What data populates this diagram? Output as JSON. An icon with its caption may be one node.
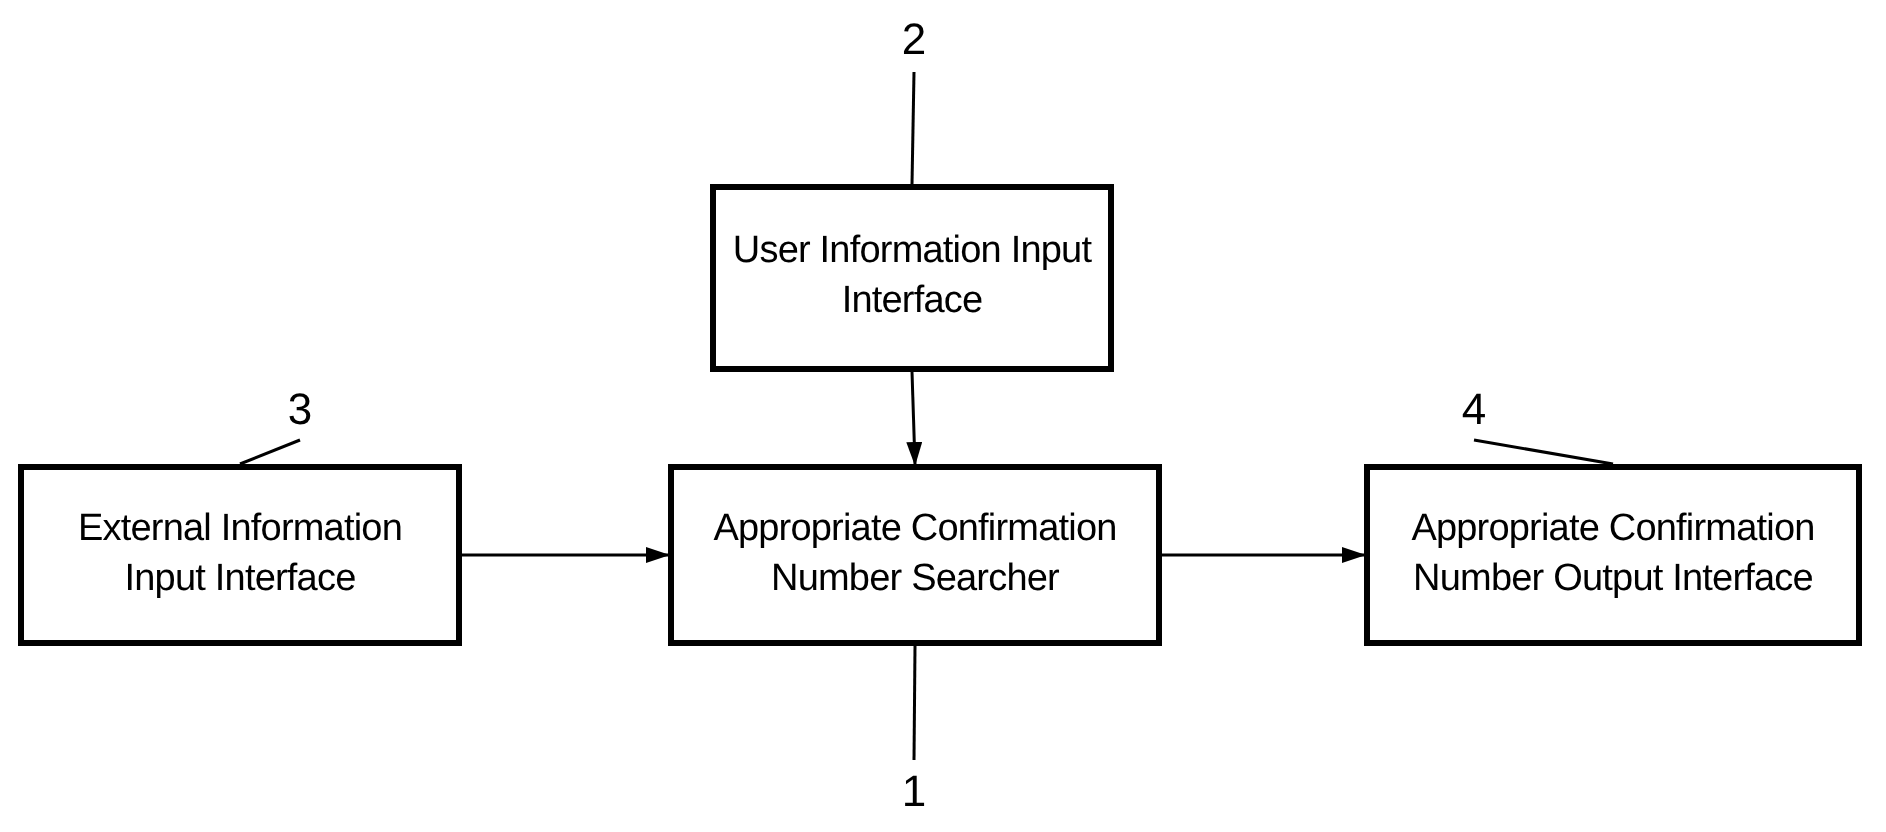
{
  "diagram": {
    "nodes": [
      {
        "text": [
          "2"
        ]
      },
      {
        "text": [
          "User Information Input Interface"
        ]
      },
      {
        "text": [
          "3"
        ]
      },
      {
        "text": [
          "4"
        ]
      },
      {
        "text": [
          "External Information Input Interface"
        ]
      },
      {
        "text": [
          "Appropriate Confirmation Number Searcher"
        ]
      },
      {
        "text": [
          "Appropriate Confirmation Number Output Interface"
        ]
      },
      {
        "text": [
          "1"
        ]
      }
    ],
    "edges": [
      {
        "from": 1,
        "to": 5,
        "arrow": "to"
      },
      {
        "from": 4,
        "to": 5,
        "arrow": "to"
      },
      {
        "from": 5,
        "to": 6,
        "arrow": "to"
      },
      {
        "from": 0,
        "to": 1,
        "arrow": "none"
      },
      {
        "from": 2,
        "to": 4,
        "arrow": "none"
      },
      {
        "from": 3,
        "to": 6,
        "arrow": "none"
      },
      {
        "from": 7,
        "to": 5,
        "arrow": "none"
      }
    ]
  }
}
